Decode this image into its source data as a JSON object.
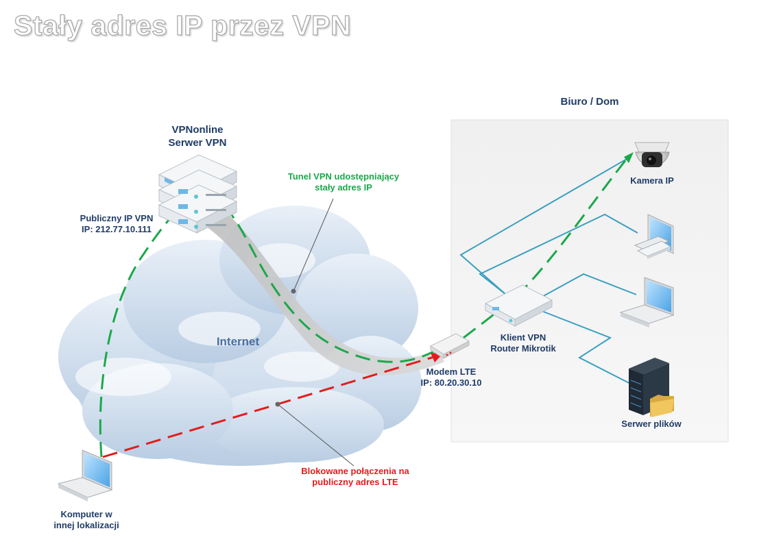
{
  "title": "Stały adres IP przez VPN",
  "office": {
    "title": "Biuro / Dom"
  },
  "vpn_server": {
    "line1": "VPNonline",
    "line2": "Serwer VPN"
  },
  "public_ip": {
    "line1": "Publiczny IP VPN",
    "line2": "IP: 212.77.10.111"
  },
  "tunnel": {
    "line1": "Tunel VPN udostępniający",
    "line2": "stały adres IP"
  },
  "internet": "Internet",
  "modem": {
    "line1": "Modem LTE",
    "line2": "IP: 80.20.30.10"
  },
  "router": {
    "line1": "Klient VPN",
    "line2": "Router Mikrotik"
  },
  "camera": "Kamera IP",
  "file_server": "Serwer plików",
  "computer": {
    "line1": "Komputer w",
    "line2": "innej lokalizacji"
  },
  "blocked": {
    "line1": "Blokowane połączenia na",
    "line2": "publiczny adres LTE"
  },
  "colors": {
    "tunnel": "#1aa84a",
    "blocked": "#e41b1b",
    "lan": "#3a9fc0",
    "labels": "#1f3b66"
  }
}
